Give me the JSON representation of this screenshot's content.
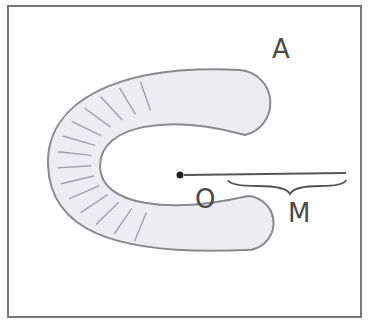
{
  "diagram": {
    "labels": [
      "A",
      "O",
      "M"
    ]
  }
}
